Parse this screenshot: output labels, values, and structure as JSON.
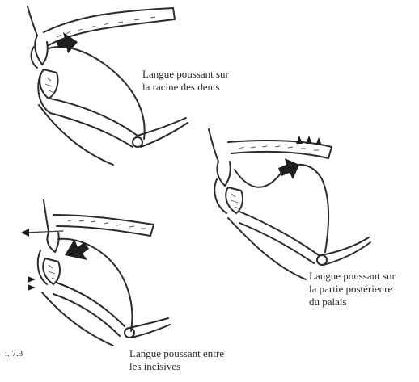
{
  "figure": {
    "number_label": "i. 7.3",
    "captions": {
      "top_left": [
        "Langue poussant sur",
        "la racine des dents"
      ],
      "right": [
        "Langue poussant sur",
        "la partie postérieure",
        "du palais"
      ],
      "bottom_left": [
        "Langue poussant entre",
        "les incisives"
      ]
    }
  }
}
